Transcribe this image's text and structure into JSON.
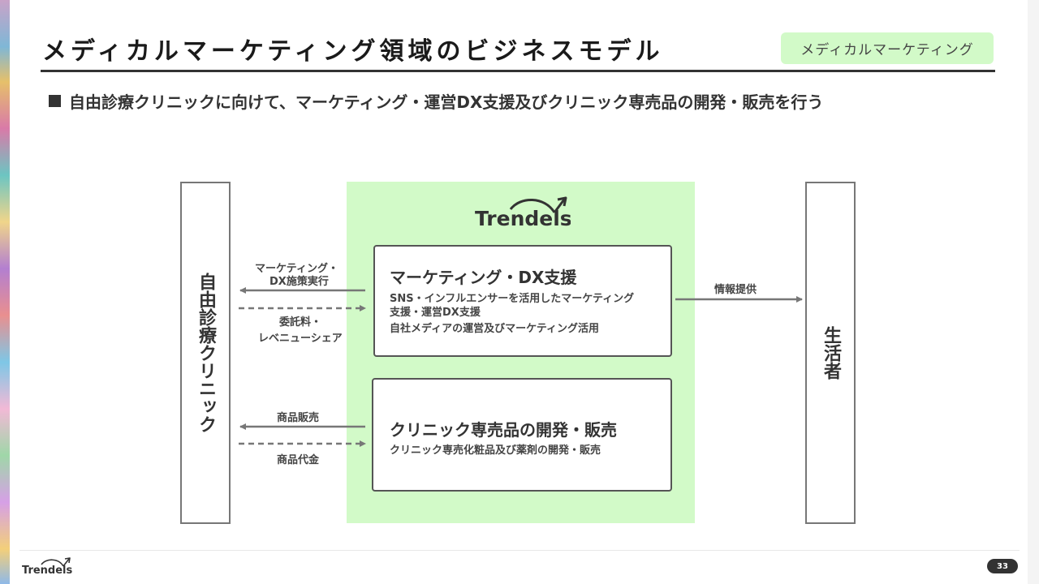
{
  "page": {
    "title": "メディカルマーケティング領域のビジネスモデル",
    "tag": "メディカルマーケティング",
    "subtitle": "自由診療クリニックに向けて、マーケティング・運営DX支援及びクリニック専売品の開発・販売を行う",
    "page_number": "33"
  },
  "brand": {
    "logo_text": "Trendels",
    "accent_green": "#d2fac8",
    "text_dark": "#333333"
  },
  "diagram": {
    "left_box": "自由診療クリニック",
    "right_box": "生活者",
    "card_marketing": {
      "title": "マーケティング・DX支援",
      "lines": [
        "SNS・インフルエンサーを活用したマーケティング",
        "支援・運営DX支援",
        "自社メディアの運営及びマーケティング活用"
      ]
    },
    "card_products": {
      "title": "クリニック専売品の開発・販売",
      "lines": [
        "クリニック専売化粧品及び薬剤の開発・販売"
      ]
    },
    "labels": {
      "marketing_exec_1": "マーケティング・",
      "marketing_exec_2": "DX施策実行",
      "fee_1": "委託料・",
      "fee_2": "レベニューシェア",
      "product_sales": "商品販売",
      "product_payment": "商品代金",
      "info": "情報提供"
    }
  }
}
